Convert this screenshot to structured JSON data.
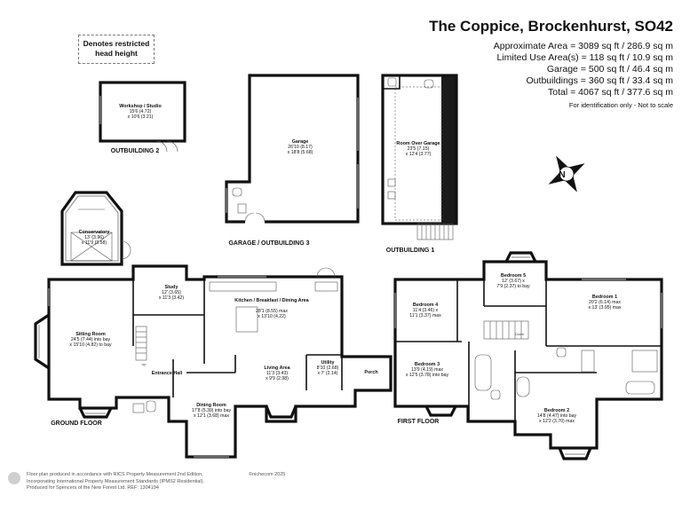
{
  "header": {
    "title": "The Coppice, Brockenhurst, SO42",
    "areas": [
      "Approximate Area = 3089 sq ft / 286.9 sq m",
      "Limited Use Area(s) = 118 sq ft / 10.9 sq m",
      "Garage = 500 sq ft / 46.4 sq m",
      "Outbuildings = 360 sq ft / 33.4 sq m",
      "Total = 4067 sq ft / 377.6 sq m"
    ],
    "note": "For identification only - Not to scale"
  },
  "legend": {
    "restricted_line1": "Denotes restricted",
    "restricted_line2": "head height"
  },
  "compass": {
    "label": "N"
  },
  "floor_labels": {
    "ground": "GROUND FLOOR",
    "first": "FIRST FLOOR",
    "outbuilding1": "OUTBUILDING 1",
    "outbuilding2": "OUTBUILDING 2",
    "garage": "GARAGE / OUTBUILDING 3"
  },
  "rooms": {
    "workshop": {
      "name": "Workshop / Studio",
      "dims": [
        "15'6 (4.72)",
        "x 10'6 (3.21)"
      ]
    },
    "garage": {
      "name": "Garage",
      "dims": [
        "26'10 (8.17)",
        "x 18'8 (5.68)"
      ]
    },
    "room_over_garage": {
      "name": "Room Over Garage",
      "dims": [
        "23'5 (7.15)",
        "x 12'4 (3.77)"
      ]
    },
    "conservatory": {
      "name": "Conservatory",
      "dims": [
        "13' (3.96)",
        "x 11'9 (3.58)"
      ]
    },
    "sitting_room": {
      "name": "Sitting Room",
      "dims": [
        "24'5 (7.44) into bay",
        "x 15'10 (4.82) to bay"
      ]
    },
    "study": {
      "name": "Study",
      "dims": [
        "12' (3.65)",
        "x 11'3 (3.42)"
      ]
    },
    "kitchen": {
      "name": "Kitchen / Breakfast / Dining Area",
      "dims": [
        "28'1 (8.55) max",
        "x 13'10 (4.22)"
      ]
    },
    "living_area": {
      "name": "Living Area",
      "dims": [
        "11'3 (3.43)",
        "x 9'9 (2.98)"
      ]
    },
    "utility": {
      "name": "Utility",
      "dims": [
        "8'10 (2.68)",
        "x 7' (2.14)"
      ]
    },
    "porch": {
      "name": "Porch",
      "dims": []
    },
    "entrance_hall": {
      "name": "Entrance Hall",
      "dims": []
    },
    "dining_room": {
      "name": "Dining Room",
      "dims": [
        "17'8 (5.39) into bay",
        "x 12'1 (3.68) max"
      ]
    },
    "bedroom1": {
      "name": "Bedroom 1",
      "dims": [
        "20'2 (6.14) max",
        "x 13' (3.95) max"
      ]
    },
    "bedroom2": {
      "name": "Bedroom 2",
      "dims": [
        "14'8 (4.47) into bay",
        "x 12'2 (3.70) max"
      ]
    },
    "bedroom3": {
      "name": "Bedroom 3",
      "dims": [
        "13'9 (4.19) max",
        "x 12'5 (3.78) into bay"
      ]
    },
    "bedroom4": {
      "name": "Bedroom 4",
      "dims": [
        "11'4 (3.46) x",
        "11'1 (3.37) max"
      ]
    },
    "bedroom5": {
      "name": "Bedroom 5",
      "dims": [
        "12' (3.67) x",
        "7'9 (2.37) to bay"
      ]
    }
  },
  "markers": {
    "up": "Up",
    "down": "Down"
  },
  "footer": {
    "lines": [
      "Floor plan produced in accordance with RICS Property Measurement 2nd Edition,",
      "Incorporating International Property Measurement Standards (IPMS2 Residential).",
      "Produced for Spencers of the New Forest Ltd.   REF:  1304194"
    ],
    "copyright": "©nichecom 2025"
  }
}
